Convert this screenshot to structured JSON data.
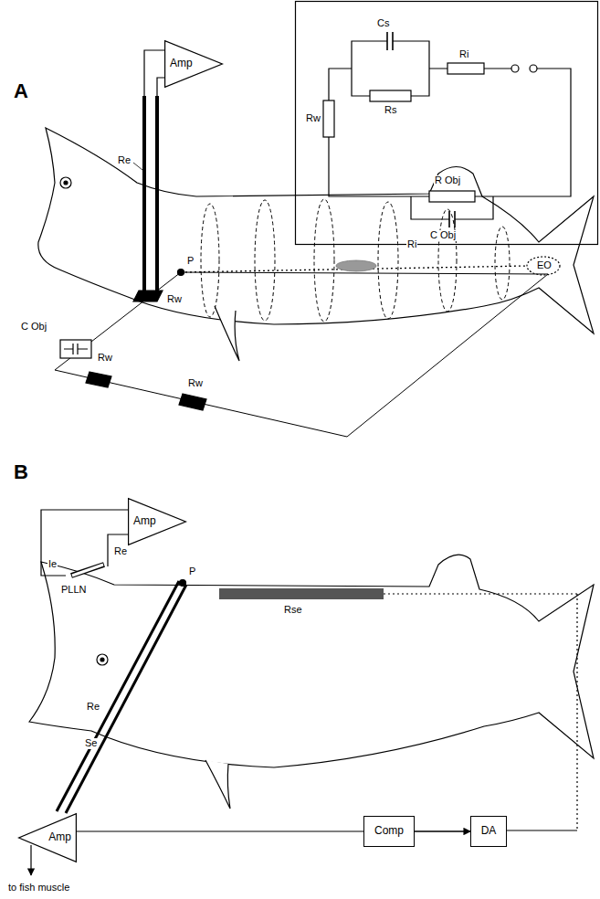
{
  "diagram": {
    "nodes": [
      {
        "text": [
          "Amp"
        ]
      },
      {
        "text": [
          "Amp"
        ]
      },
      {
        "text": [
          "Comp"
        ]
      },
      {
        "text": [
          "DA"
        ]
      },
      {
        "text": [
          "Amp"
        ]
      }
    ],
    "edges": [
      {
        "from": 2,
        "to": 3,
        "arrow": "to"
      },
      {
        "from": 3,
        "to": 4,
        "arrow": "none"
      }
    ],
    "labels": [
      "A",
      "Re",
      "Rw",
      "P",
      "C Obj",
      "Rw",
      "Rw",
      "Ri",
      "EO",
      "Cs",
      "Rs",
      "Ri",
      "Rw",
      "R Obj",
      "C Obj",
      "B",
      "Re",
      "Ie",
      "PLLN",
      "P",
      "Re",
      "Se",
      "Rse",
      "to fish muscle"
    ]
  }
}
